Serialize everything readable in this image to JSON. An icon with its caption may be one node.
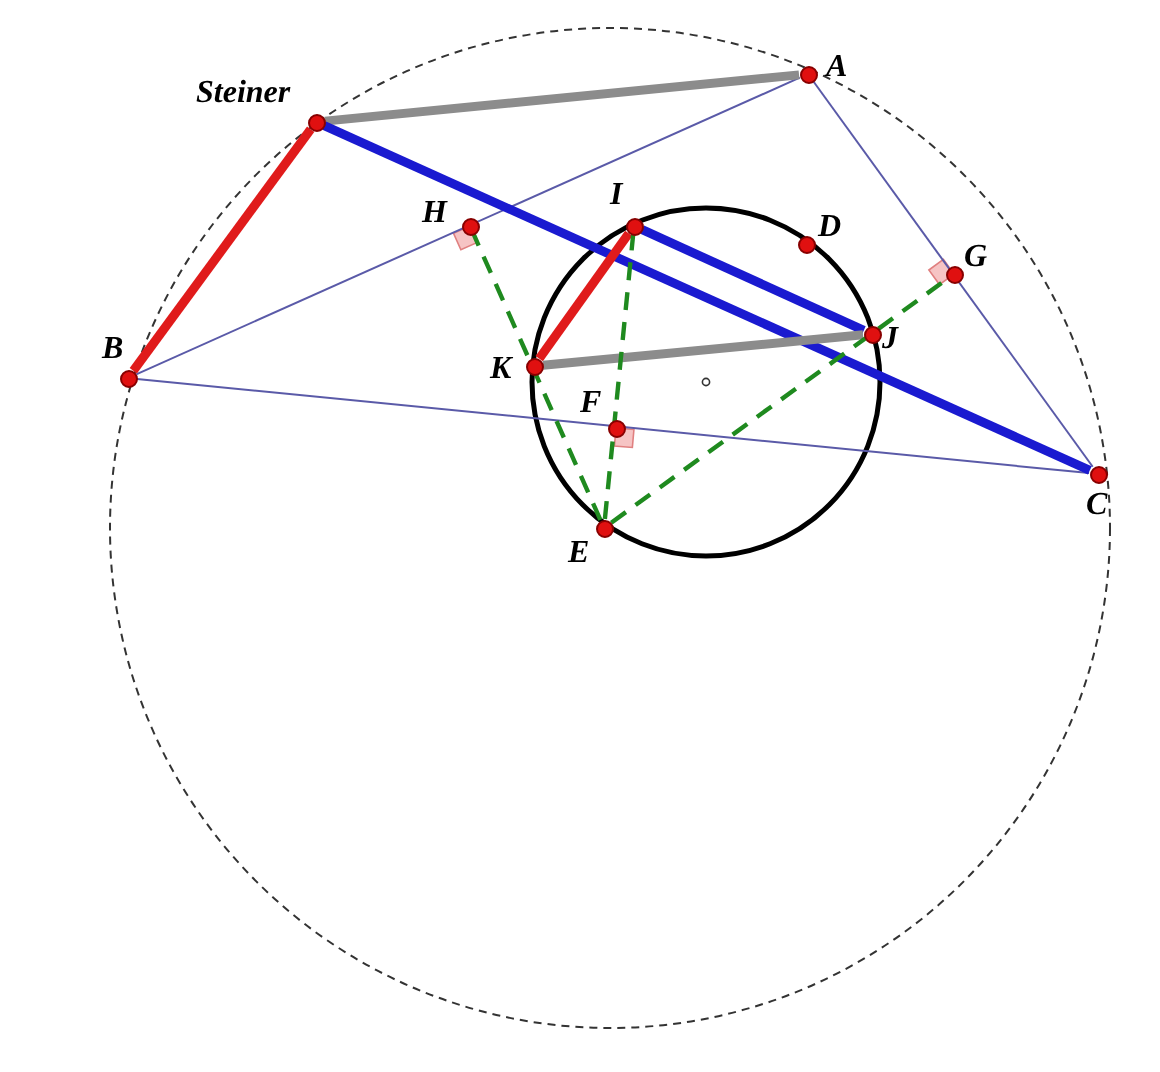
{
  "diagram": {
    "nodes": [
      {
        "text": [],
        "shape": "circle",
        "beside": [
          "Steiner"
        ]
      },
      {
        "text": [],
        "shape": "circle",
        "beside": [
          "A"
        ]
      },
      {
        "text": [],
        "shape": "circle",
        "beside": [
          "B"
        ]
      },
      {
        "text": [],
        "shape": "circle",
        "beside": [
          "C"
        ]
      },
      {
        "text": [],
        "shape": "circle",
        "beside": [
          "H"
        ]
      },
      {
        "text": [],
        "shape": "circle",
        "beside": [
          "I"
        ]
      },
      {
        "text": [],
        "shape": "circle",
        "beside": [
          "D"
        ]
      },
      {
        "text": [],
        "shape": "circle",
        "beside": [
          "G"
        ]
      },
      {
        "text": [],
        "shape": "circle",
        "beside": [
          "K"
        ]
      },
      {
        "text": [],
        "shape": "circle",
        "beside": [
          "J"
        ]
      },
      {
        "text": [],
        "shape": "circle",
        "beside": [
          "F"
        ]
      },
      {
        "text": [],
        "shape": "circle",
        "beside": [
          "E"
        ]
      }
    ],
    "edges": [
      {
        "from": 1,
        "to": 2,
        "arrow": "none",
        "color": "#5a5aa8"
      },
      {
        "from": 1,
        "to": 3,
        "arrow": "none",
        "color": "#5a5aa8"
      },
      {
        "from": 2,
        "to": 3,
        "arrow": "none",
        "color": "#5a5aa8"
      },
      {
        "from": 0,
        "to": 1,
        "arrow": "none",
        "style": "thick",
        "color": "#8c8c8c"
      },
      {
        "from": 0,
        "to": 2,
        "arrow": "none",
        "style": "thick",
        "color": "#e01b1b"
      },
      {
        "from": 0,
        "to": 3,
        "arrow": "none",
        "style": "thick",
        "color": "#1a1ad0"
      },
      {
        "from": 5,
        "to": 8,
        "arrow": "none",
        "style": "thick",
        "color": "#e01b1b"
      },
      {
        "from": 5,
        "to": 9,
        "arrow": "none",
        "style": "thick",
        "color": "#1a1ad0"
      },
      {
        "from": 8,
        "to": 9,
        "arrow": "none",
        "style": "thick",
        "color": "#8c8c8c"
      },
      {
        "from": 11,
        "to": 4,
        "arrow": "none",
        "style": "dashed",
        "color": "#1f8a1f"
      },
      {
        "from": 11,
        "to": 5,
        "arrow": "none",
        "style": "dashed",
        "color": "#1f8a1f"
      },
      {
        "from": 11,
        "to": 7,
        "arrow": "none",
        "style": "dashed",
        "color": "#1f8a1f"
      }
    ]
  }
}
